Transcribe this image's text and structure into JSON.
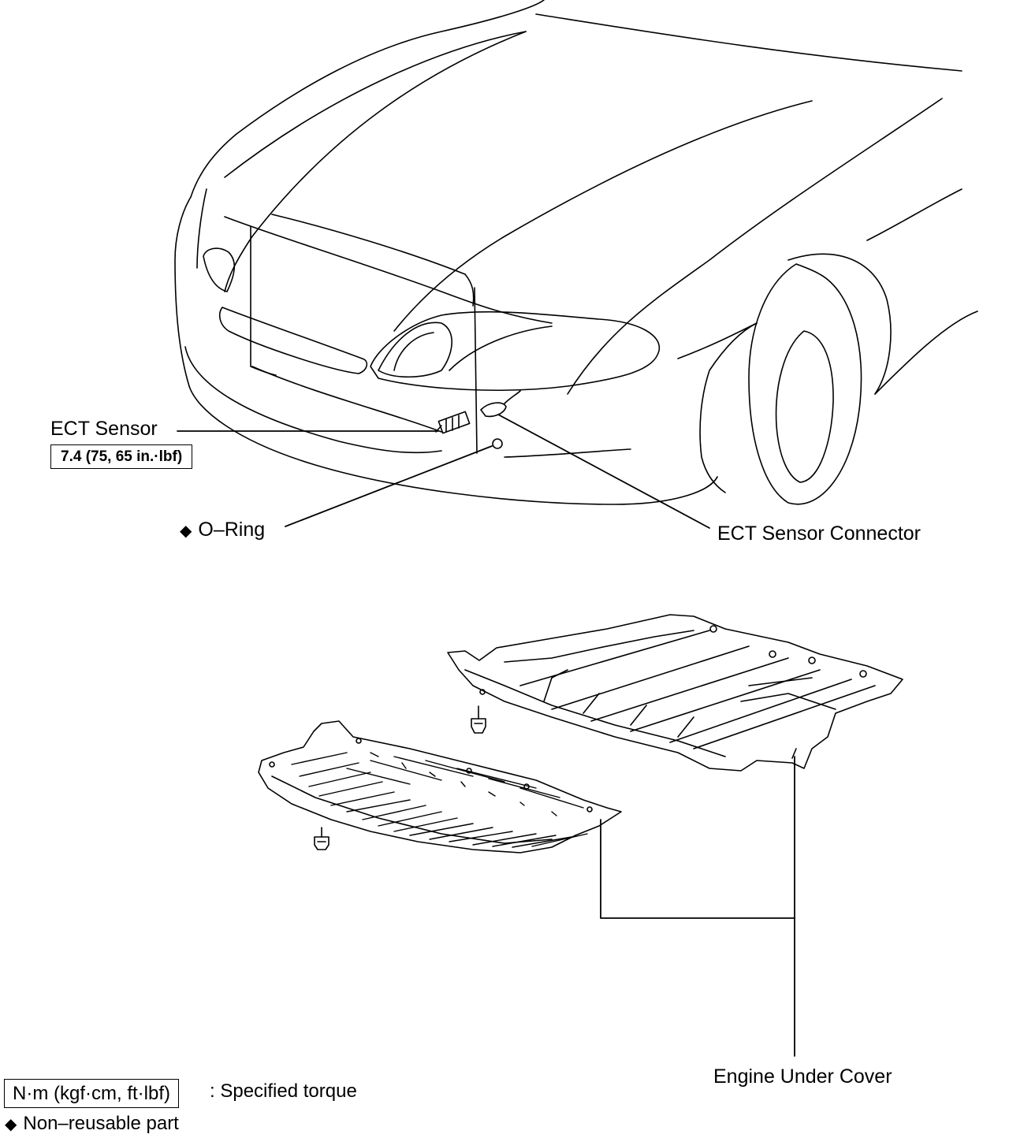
{
  "labels": {
    "ect_sensor": "ECT Sensor",
    "ect_sensor_torque": "7.4 (75, 65 in.·lbf)",
    "o_ring": "O–Ring",
    "ect_sensor_connector": "ECT Sensor Connector",
    "engine_under_cover": "Engine Under Cover"
  },
  "legend": {
    "torque_unit": "N·m (kgf·cm, ft·lbf)",
    "torque_desc": ": Specified torque",
    "nonreusable_desc": "Non–reusable part"
  },
  "symbols": {
    "diamond": "◆"
  }
}
